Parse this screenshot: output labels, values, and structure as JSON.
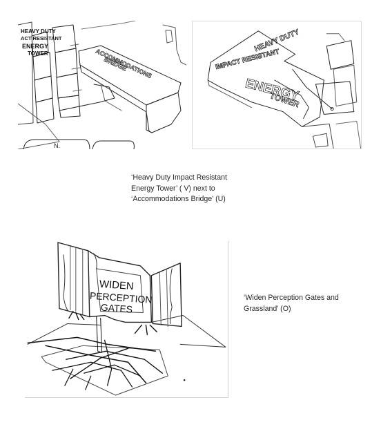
{
  "figures": [
    {
      "id": "energy-tower-bridge",
      "sketch_text": {
        "left_sign_line1": "HEAVY DUTY",
        "left_sign_line2": "ACT RESISTANT",
        "left_sign_line3": "ENERGY",
        "left_sign_line4": "TOWER",
        "bridge_line1": "ACCOMMODATIONS",
        "bridge_line2": "BRIDGE",
        "ground_letter": "N.",
        "right_sign_line1": "HEAVY DUTY",
        "right_sign_line2": "IMPACT RESISTANT",
        "right_sign_line3": "ENERGY",
        "right_sign_line4": "TOWER"
      },
      "caption_lines": [
        "‘Heavy Duty Impact Resistant",
        "Energy Tower’ ( V) next to",
        "‘Accommodations Bridge’ (U)"
      ]
    },
    {
      "id": "perception-gates",
      "sketch_text": {
        "sign_line1": "WIDEN",
        "sign_line2": "PERCEPTION",
        "sign_line3": "GATES"
      },
      "caption_lines": [
        "‘Widen Perception Gates and",
        "Grassland’ (O)"
      ]
    }
  ]
}
